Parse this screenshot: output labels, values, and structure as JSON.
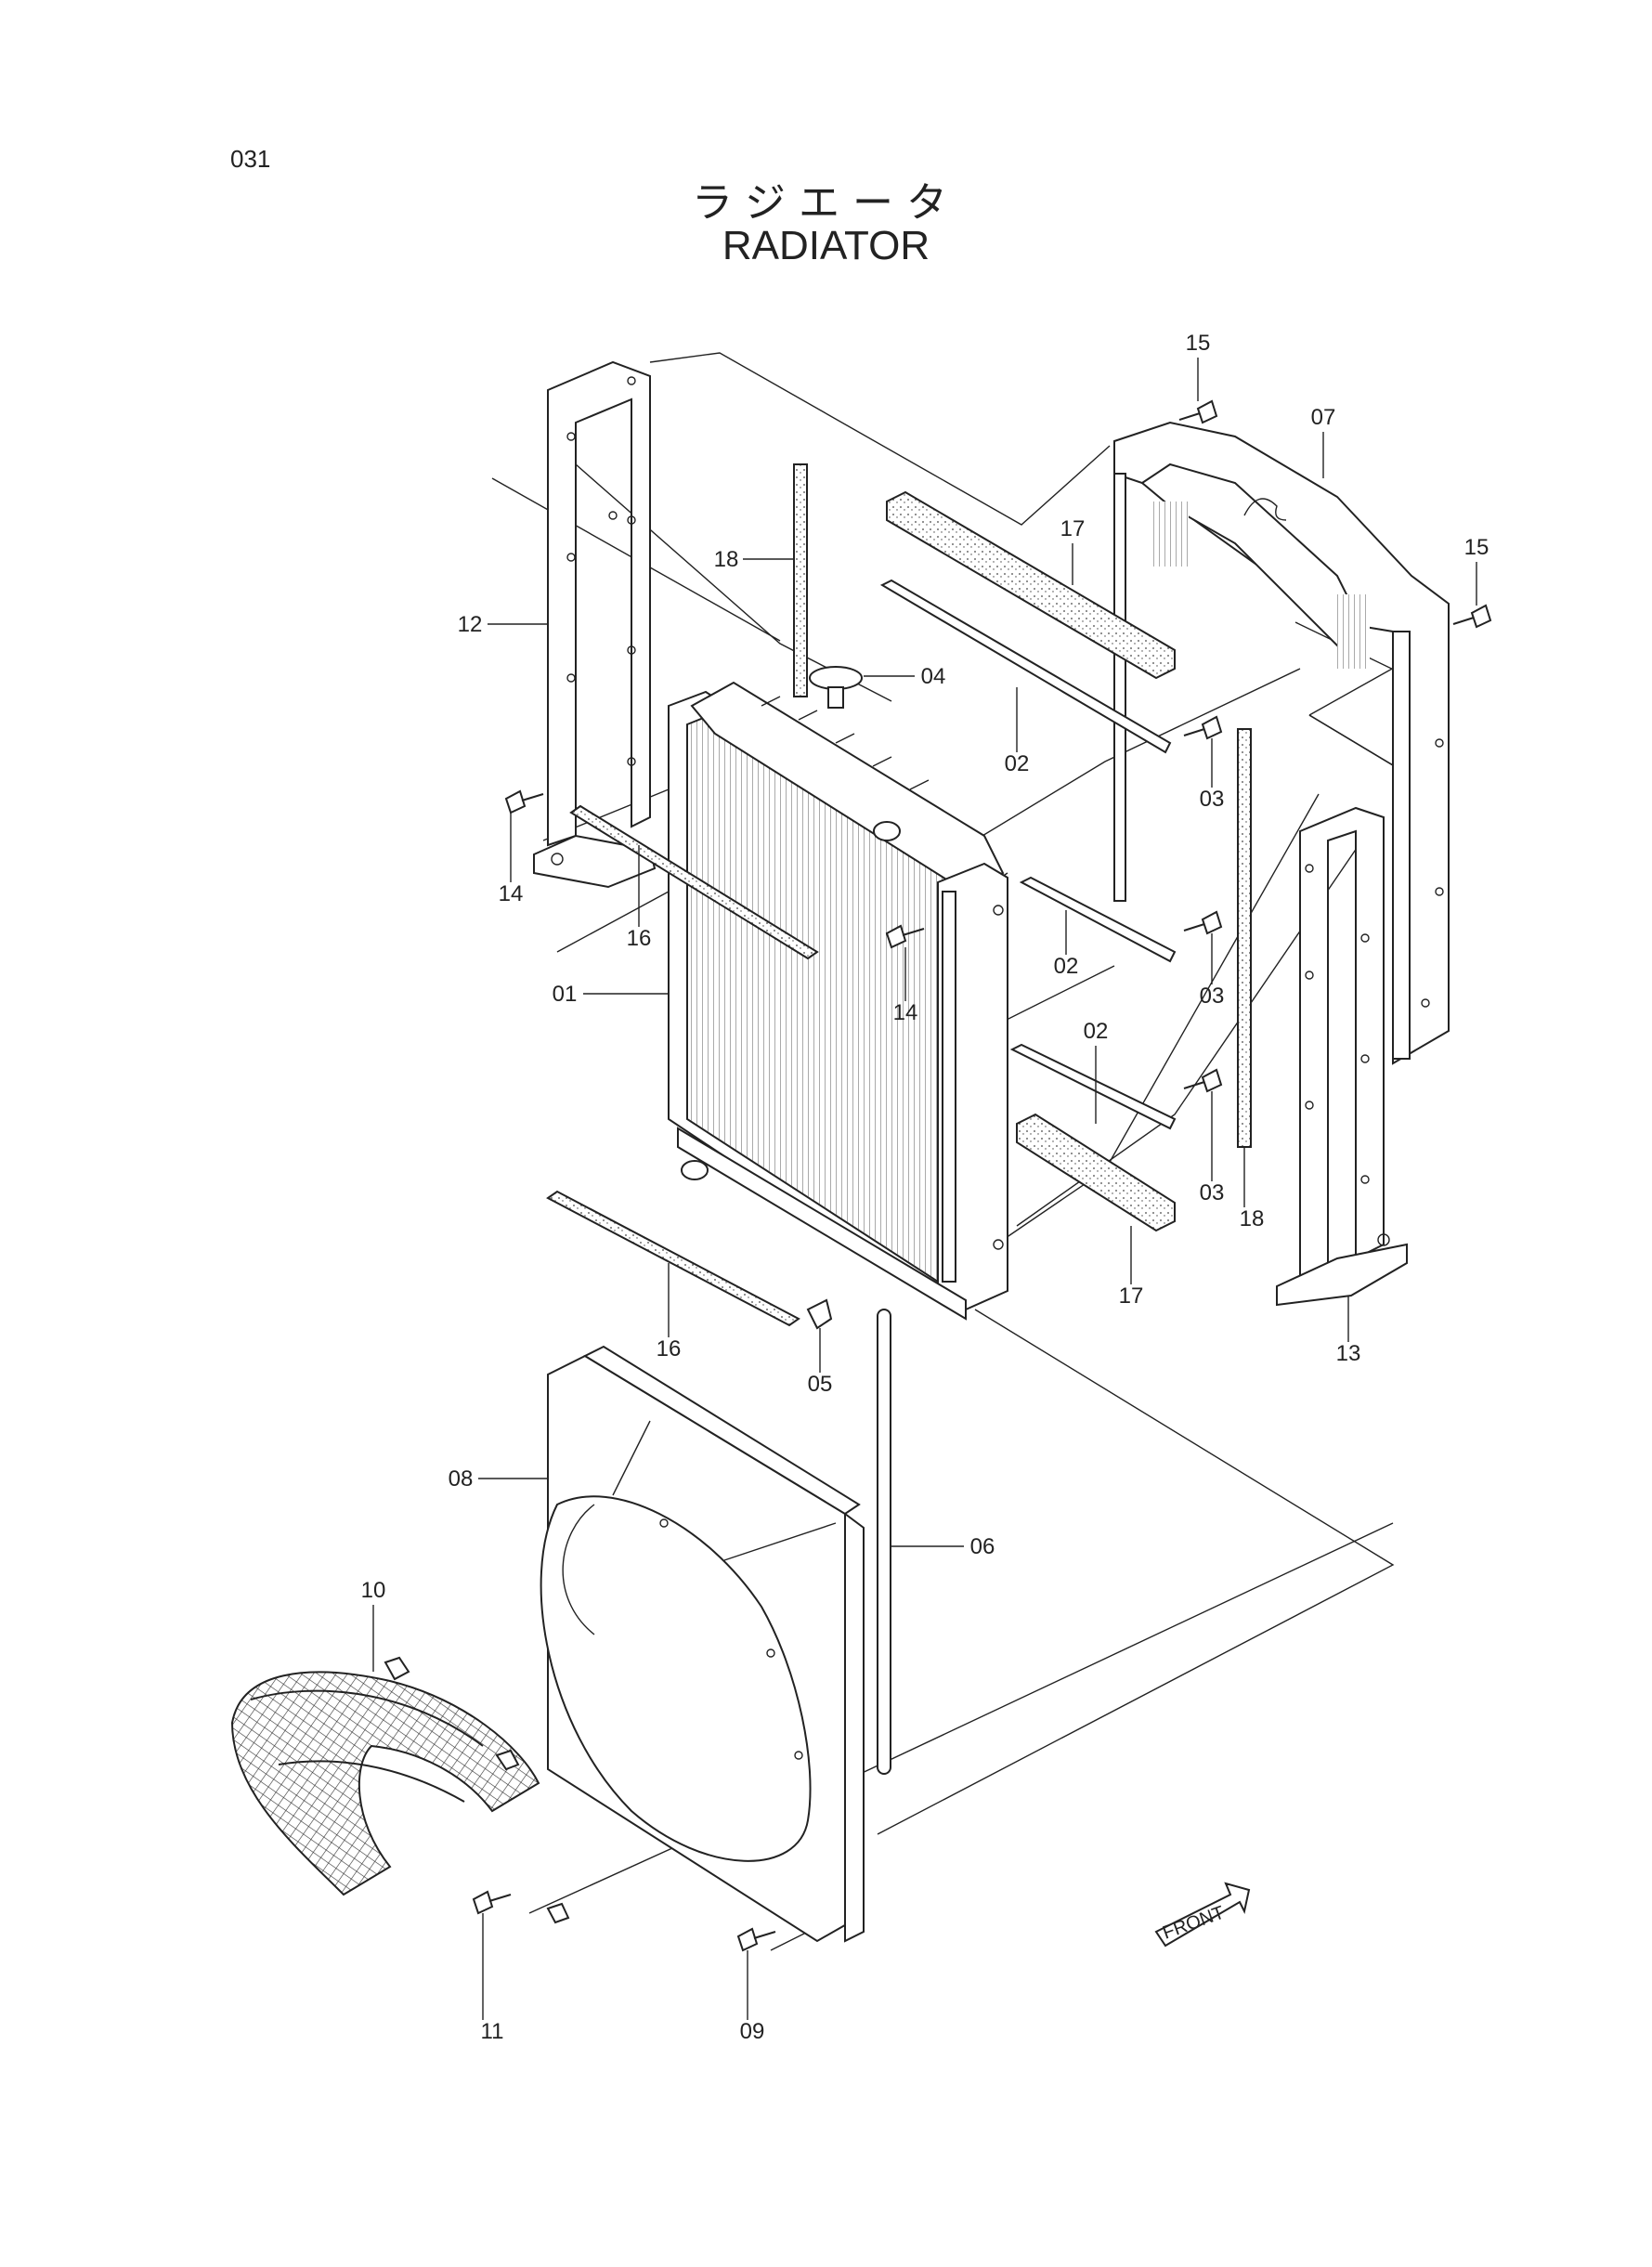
{
  "page_number": "031",
  "title_jp": "ラジエータ",
  "title_en": "RADIATOR",
  "front_marker": "FRONT",
  "callouts": [
    {
      "id": "c15a",
      "label": "15"
    },
    {
      "id": "c07",
      "label": "07"
    },
    {
      "id": "c15b",
      "label": "15"
    },
    {
      "id": "c18a",
      "label": "18"
    },
    {
      "id": "c17a",
      "label": "17"
    },
    {
      "id": "c12",
      "label": "12"
    },
    {
      "id": "c04",
      "label": "04"
    },
    {
      "id": "c02a",
      "label": "02"
    },
    {
      "id": "c03a",
      "label": "03"
    },
    {
      "id": "c14a",
      "label": "14"
    },
    {
      "id": "c16a",
      "label": "16"
    },
    {
      "id": "c01",
      "label": "01"
    },
    {
      "id": "c02b",
      "label": "02"
    },
    {
      "id": "c03b",
      "label": "03"
    },
    {
      "id": "c14b",
      "label": "14"
    },
    {
      "id": "c02c",
      "label": "02"
    },
    {
      "id": "c03c",
      "label": "03"
    },
    {
      "id": "c18b",
      "label": "18"
    },
    {
      "id": "c17b",
      "label": "17"
    },
    {
      "id": "c13",
      "label": "13"
    },
    {
      "id": "c16b",
      "label": "16"
    },
    {
      "id": "c05",
      "label": "05"
    },
    {
      "id": "c08",
      "label": "08"
    },
    {
      "id": "c06",
      "label": "06"
    },
    {
      "id": "c10",
      "label": "10"
    },
    {
      "id": "c11",
      "label": "11"
    },
    {
      "id": "c09",
      "label": "09"
    }
  ]
}
